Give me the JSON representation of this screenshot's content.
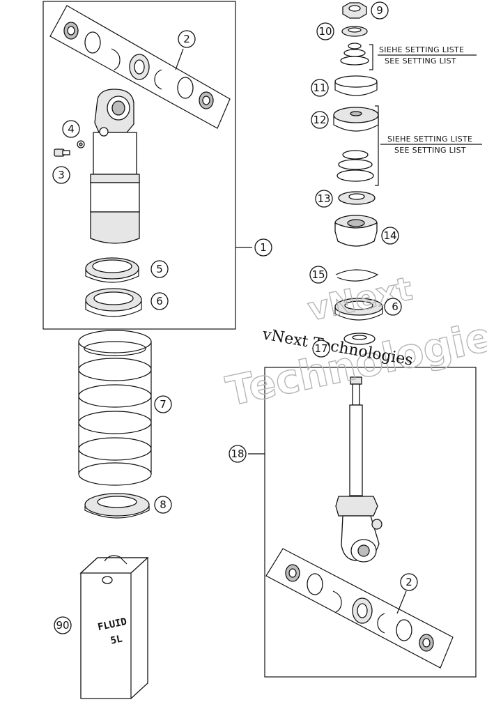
{
  "callouts": {
    "c1": "1",
    "c2a": "2",
    "c2b": "2",
    "c3": "3",
    "c4": "4",
    "c5": "5",
    "c6": "6",
    "c7": "7",
    "c8": "8",
    "c9": "9",
    "c10": "10",
    "c11": "11",
    "c12": "12",
    "c13": "13",
    "c14": "14",
    "c15": "15",
    "c16": "6",
    "c17": "17",
    "c18": "18",
    "c90": "90"
  },
  "notes": {
    "n1_de": "SIEHE SETTING LISTE",
    "n1_en": "SEE SETTING LIST",
    "n2_de": "SIEHE SETTING LISTE",
    "n2_en": "SEE SETTING LIST"
  },
  "can_label": {
    "line1": "FLUID",
    "line2": "5L"
  },
  "watermark": {
    "line1": "vNext Technologies",
    "outline1": "vNext",
    "outline2": "Technologies"
  }
}
